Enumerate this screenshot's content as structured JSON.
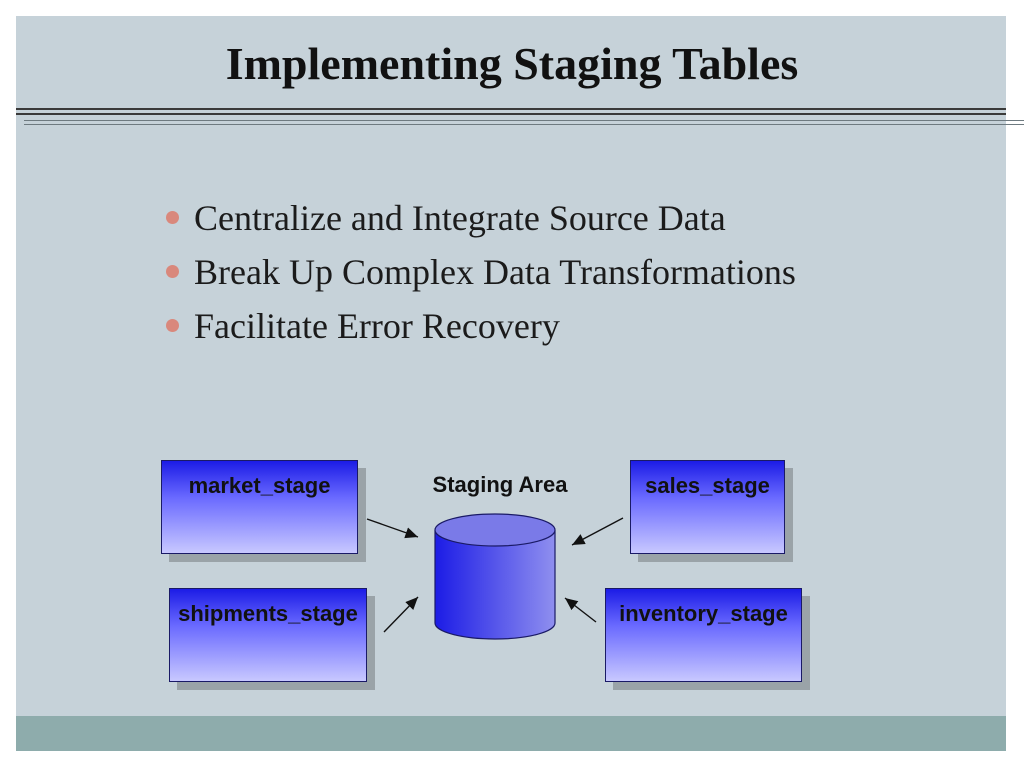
{
  "slide": {
    "title": "Implementing Staging Tables",
    "bullets": [
      "Centralize and Integrate Source Data",
      "Break Up Complex Data Transformations",
      "Facilitate Error Recovery"
    ]
  },
  "diagram": {
    "center_label": "Staging Area",
    "tables": {
      "top_left": "market_stage",
      "top_right": "sales_stage",
      "bottom_left": "shipments_stage",
      "bottom_right": "inventory_stage"
    }
  },
  "colors": {
    "background": "#c6d2d9",
    "bullet": "#d9887c",
    "box_dark": "#1c1ce6",
    "box_light": "#c8c8ff",
    "footer": "#8eacac"
  }
}
